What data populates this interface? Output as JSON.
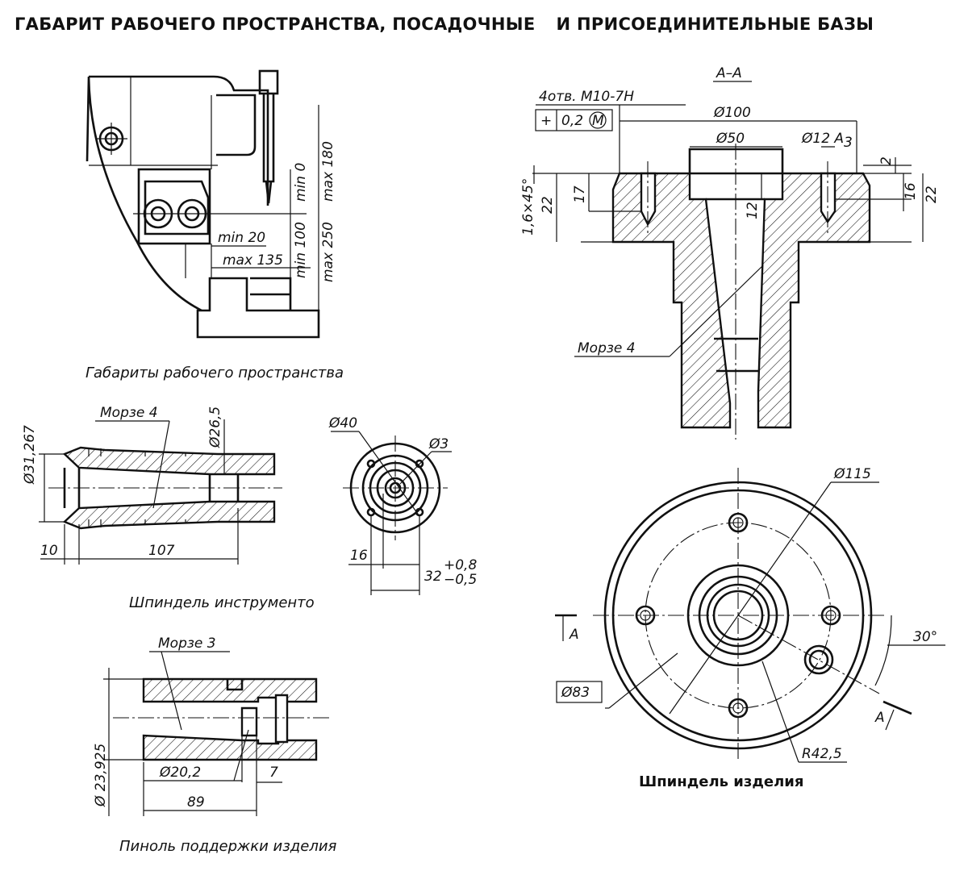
{
  "title": {
    "part1": "ГАБАРИТ РАБОЧЕГО ПРОСТРАНСТВА, ПОСАДОЧНЫЕ",
    "part2": "И ПРИСОЕДИНИТЕЛЬНЫЕ БАЗЫ"
  },
  "workspace": {
    "caption": "Габариты рабочего пространства",
    "dims": {
      "min0": "min 0",
      "max180": "max 180",
      "min20": "min 20",
      "max135": "max 135",
      "min100": "min 100",
      "max250": "max 250"
    }
  },
  "tool_spindle": {
    "caption": "Шпиндель инструменто",
    "taper": "Морзе 4",
    "dims": {
      "d31": "Ø31,267",
      "d26": "Ø26,5",
      "l10": "10",
      "l107": "107"
    }
  },
  "flange_view": {
    "dims": {
      "d40": "Ø40",
      "d3": "Ø3",
      "l16": "16",
      "l32": "32",
      "tol_up": "+0,8",
      "tol_dn": "−0,5"
    }
  },
  "support_quill": {
    "caption": "Пиноль поддержки изделия",
    "taper": "Морзе 3",
    "dims": {
      "d23": "Ø 23,925",
      "d20": "Ø20,2",
      "l7": "7",
      "l89": "89"
    }
  },
  "section_aa": {
    "label": "А–А",
    "holes": "4отв. М10-7Н",
    "tolerance": "0,2",
    "tol_sym": "+",
    "tol_mod": "M",
    "taper": "Морзе 4",
    "dims": {
      "d100": "Ø100",
      "d50": "Ø50",
      "d12": "Ø12 А",
      "d12sub": "3",
      "chamfer": "1,6×45°",
      "h22a": "22",
      "h17": "17",
      "h12": "12",
      "h2": "2",
      "h16": "16",
      "h22b": "22"
    }
  },
  "product_spindle": {
    "caption": "Шпиндель изделия",
    "dims": {
      "d115": "Ø115",
      "d83": "Ø83",
      "r42": "R42,5",
      "angle": "30°",
      "cut": "А"
    }
  }
}
